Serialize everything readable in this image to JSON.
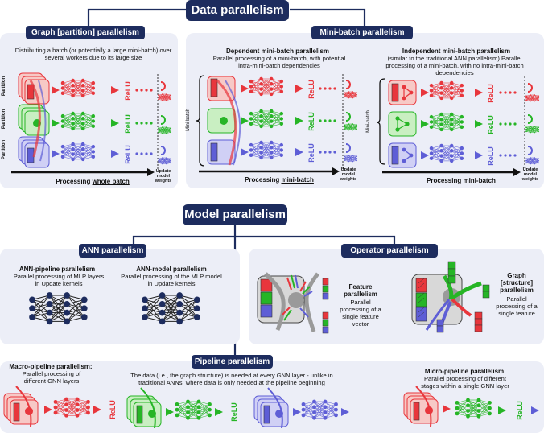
{
  "data_parallelism": {
    "title": "Data parallelism",
    "graph_partition": {
      "title": "Graph [partition] parallelism",
      "description": "Distributing a batch (or potentially a large mini-batch) over several workers due to its large size",
      "partition_label": "Partition",
      "relu": "ReLU",
      "processing_prefix": "Processing ",
      "processing_emph": "whole batch",
      "update_label": "Update model weights"
    },
    "mini_batch": {
      "title": "Mini-batch parallelism",
      "mini_batch_label": "Mini-batch",
      "relu": "ReLU",
      "processing_prefix": "Processing ",
      "processing_emph": "mini-batch",
      "update_label": "Update model weights",
      "dependent": {
        "title": "Dependent mini-batch parallelism",
        "description": "Parallel processing of a mini-batch, with potential intra-mini-batch dependencies"
      },
      "independent": {
        "title": "Independent mini-batch parallelism",
        "description": "(similar to the traditional ANN parallelism) Parallel processing of a mini-batch, with no intra-mini-batch dependencies"
      }
    }
  },
  "model_parallelism": {
    "title": "Model parallelism",
    "ann": {
      "title": "ANN parallelism",
      "pipeline_title": "ANN-pipeline parallelism",
      "pipeline_desc": "Parallel processing of MLP layers in Update kernels",
      "model_title": "ANN-model parallelism",
      "model_desc": "Parallel processing of the MLP model in Update kernels"
    },
    "operator": {
      "title": "Operator parallelism",
      "feature_title": "Feature parallelism",
      "feature_desc": "Parallel processing of a single feature vector",
      "graph_title": "Graph [structure] parallelism",
      "graph_desc": "Parallel processing of a single feature"
    },
    "pipeline": {
      "title": "Pipeline parallelism",
      "macro_title": "Macro-pipeline parallelism:",
      "macro_desc": "Parallel processing of different GNN layers",
      "middle_desc": "The data (i.e., the graph structure) is needed at every GNN layer - unlike in traditional ANNs, where data is only needed at the pipeline beginning",
      "micro_title": "Micro-pipeline parallelism",
      "micro_desc": "Parallel processing of different stages within a single GNN layer",
      "relu": "ReLU"
    }
  },
  "colors": {
    "navy": "#1d2c5e",
    "panel": "#eceef7",
    "red": "#e8363c",
    "red_light": "#f7c9c6",
    "green": "#26b526",
    "green_light": "#c9efc2",
    "blue": "#5e5ed6",
    "blue_light": "#d0d0f5",
    "gray": "#9a9a9a"
  }
}
